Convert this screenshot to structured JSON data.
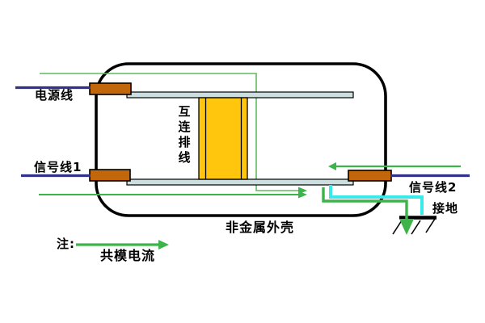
{
  "diagram": {
    "title_meaning": "common-mode current paths in a device with non-metallic enclosure",
    "labels": {
      "power_line": "电源线",
      "signal_line_1": "信号线1",
      "signal_line_2": "信号线2",
      "interconnect_ribbon": "互连排线",
      "enclosure": "非金属外壳",
      "ground": "接地",
      "note_prefix": "注:",
      "legend_common_mode_current": "共模电流"
    },
    "colors": {
      "background": "#FFFFFF",
      "outline_black": "#000000",
      "wire_blue": "#32328C",
      "connector_orange": "#C2660C",
      "pcb_light_blue": "#CBDFE1",
      "ribbon_yellow": "#FFC60D",
      "current_green": "#3CB44A",
      "current_green_light": "#5FBA5F",
      "ground_wire_cyan": "#3AEAEA"
    }
  }
}
